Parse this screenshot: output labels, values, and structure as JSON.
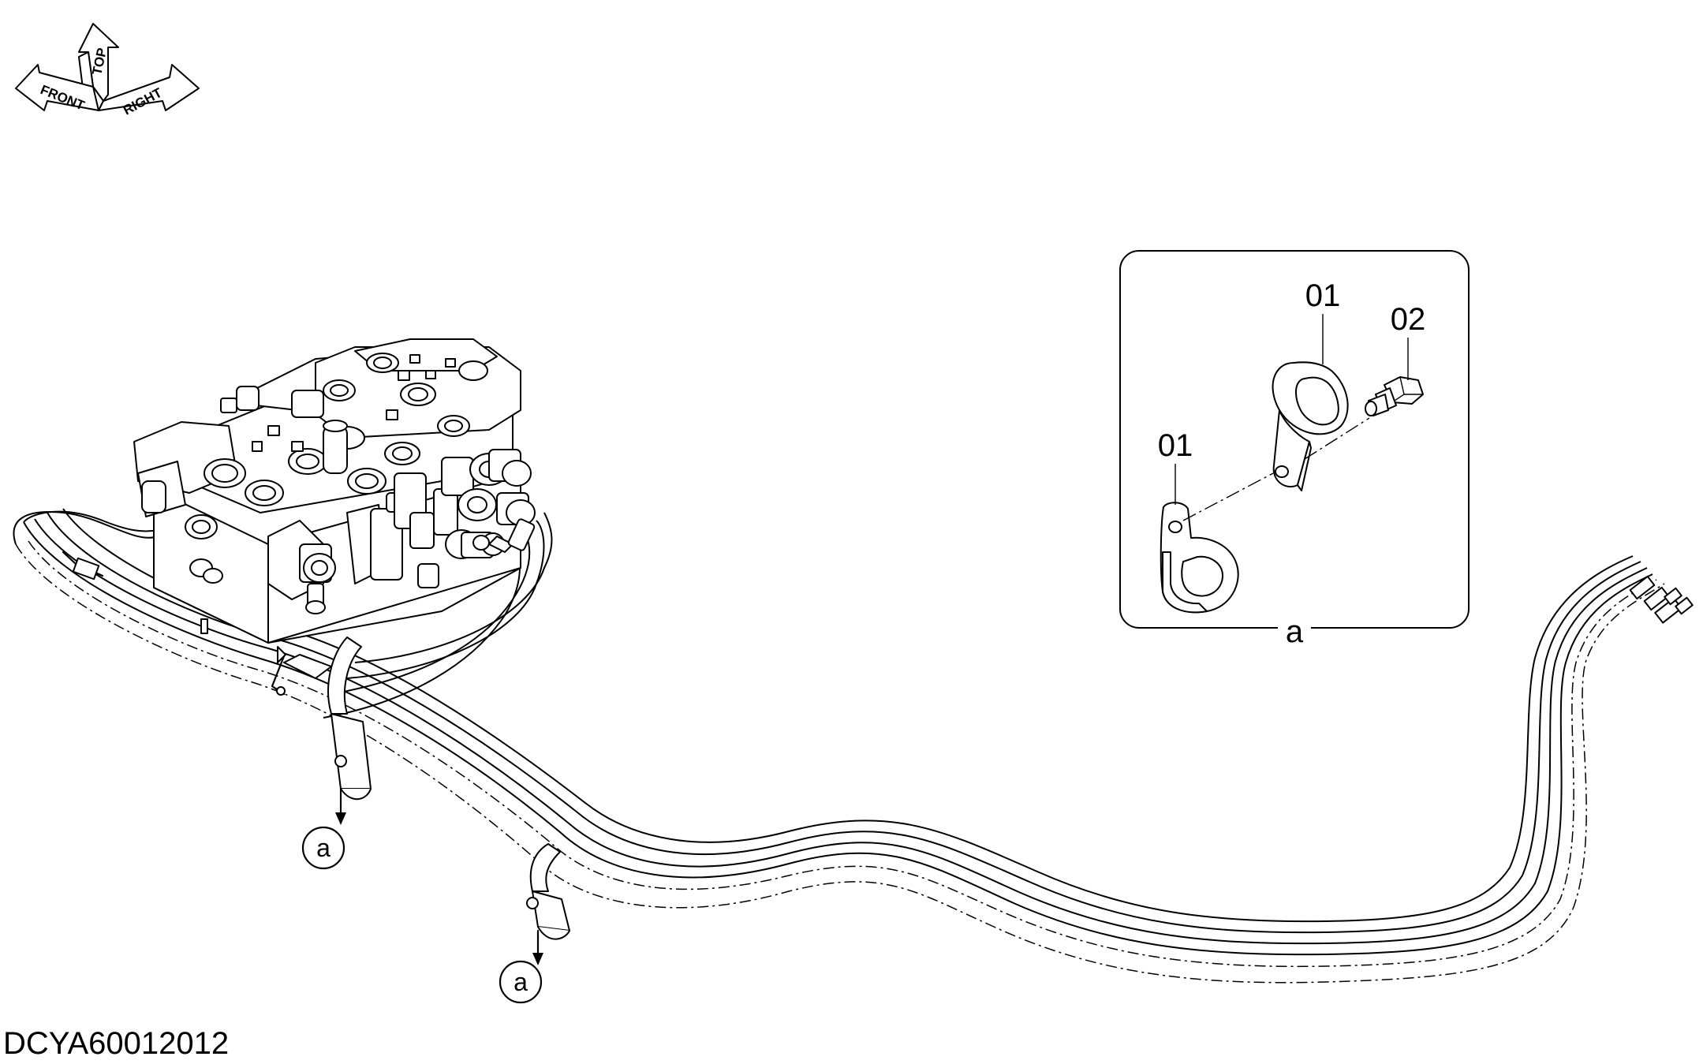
{
  "orientation": {
    "top": "TOP",
    "front": "FRONT",
    "right": "RIGHT"
  },
  "detail": {
    "part_01_upper": "01",
    "part_02": "02",
    "part_01_lower": "01",
    "detail_label": "a"
  },
  "callouts": {
    "clamp_1": "a",
    "clamp_2": "a"
  },
  "drawing_number": "DCYA60012012"
}
